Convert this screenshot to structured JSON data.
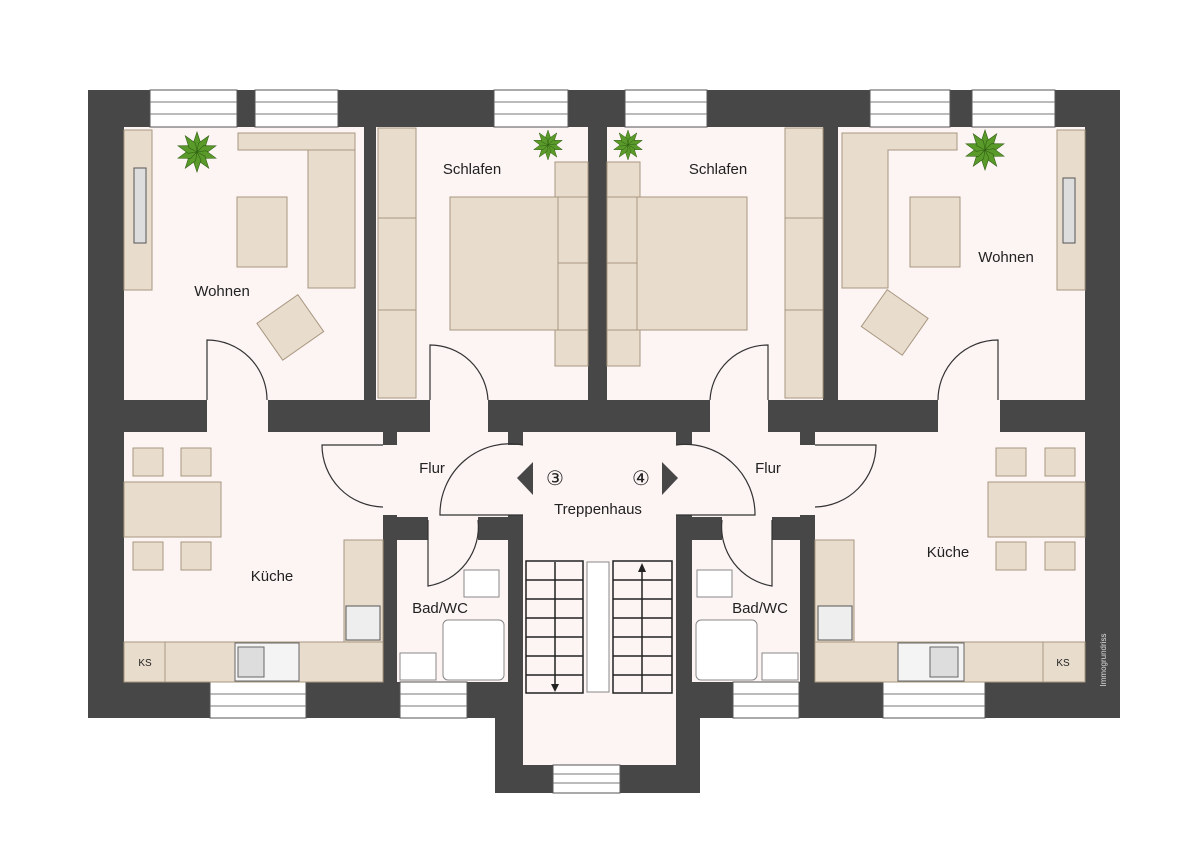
{
  "rooms": {
    "wohnen_left": "Wohnen",
    "schlafen_left": "Schlafen",
    "schlafen_right": "Schlafen",
    "wohnen_right": "Wohnen",
    "flur_left": "Flur",
    "flur_right": "Flur",
    "treppenhaus": "Treppenhaus",
    "kueche_left": "Küche",
    "kueche_right": "Küche",
    "bad_left": "Bad/WC",
    "bad_right": "Bad/WC"
  },
  "units": {
    "left": "③",
    "right": "④"
  },
  "appliances": {
    "ks_left": "KS",
    "ks_right": "KS"
  },
  "watermark": "Immogrundriss",
  "colors": {
    "wall": "#474747",
    "floor": "#fdf4f4",
    "furniture": "#e8dccd"
  }
}
